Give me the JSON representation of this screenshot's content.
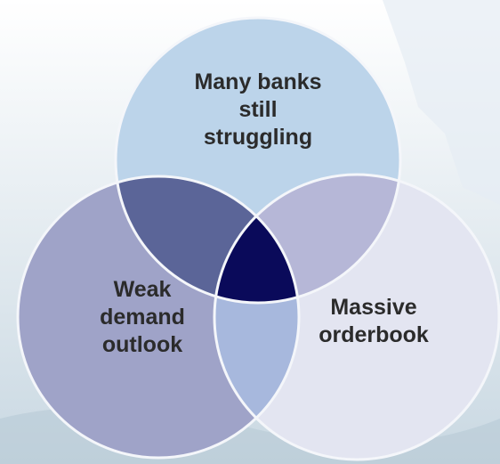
{
  "diagram": {
    "type": "venn",
    "circles": [
      {
        "id": "top",
        "label": "Many banks\nstill\nstruggling",
        "fill": "#bcd4ea"
      },
      {
        "id": "left",
        "label": "Weak\ndemand\noutlook",
        "fill": "#9fa3c8"
      },
      {
        "id": "right",
        "label": "Massive\norderbook",
        "fill": "#e3e5f1"
      }
    ],
    "overlaps": {
      "top_left": "#5b6598",
      "top_right": "#b6b7d7",
      "left_right": "#a7b8dd",
      "center": "#0a0a5a"
    },
    "colors": {
      "background_top": "#ffffff",
      "background_bottom": "#c9d8e2",
      "outline": "#f4f6fa"
    }
  }
}
